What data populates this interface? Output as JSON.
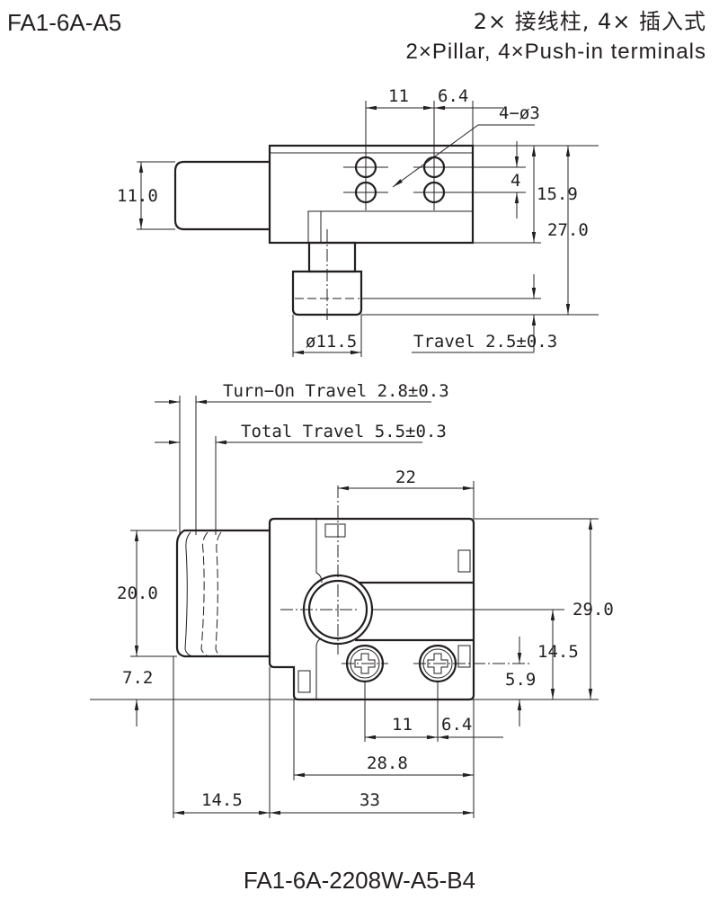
{
  "header": {
    "model": "FA1-6A-A5",
    "terminals_cn": "2× 接线柱, 4× 插入式",
    "terminals_en": "2×Pillar, 4×Push-in terminals"
  },
  "top_view": {
    "dim_hole_spacing": "11",
    "dim_hole_offset": "6.4",
    "dim_holes": "4−ø3",
    "dim_hole_vertical": "4",
    "dim_body_height": "15.9",
    "dim_total_height": "27.0",
    "dim_actuator_height": "11.0",
    "dim_plunger_diameter": "ø11.5",
    "dim_travel": "Travel 2.5±0.3"
  },
  "side_view": {
    "dim_turn_on_travel": "Turn−On Travel 2.8±0.3",
    "dim_total_travel": "Total Travel 5.5±0.3",
    "dim_22": "22",
    "dim_29": "29.0",
    "dim_20": "20.0",
    "dim_7_2": "7.2",
    "dim_14_5_v": "14.5",
    "dim_5_9": "5.9",
    "dim_11": "11",
    "dim_6_4": "6.4",
    "dim_28_8": "28.8",
    "dim_33": "33",
    "dim_14_5_h": "14.5"
  },
  "footer": {
    "part_number": "FA1-6A-2208W-A5-B4"
  }
}
